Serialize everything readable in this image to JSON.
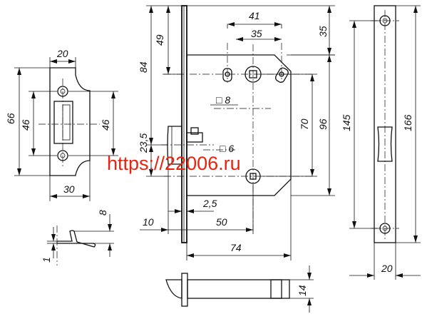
{
  "dimensions": {
    "strike_width": "20",
    "strike_height": "66",
    "strike_hole_spacing": "46",
    "strike_hole_spacing_right": "46",
    "strike_length": "30",
    "lip_depth": "8",
    "plate_thickness": "1",
    "top_41": "41",
    "top_35": "35",
    "right_35": "35",
    "left_49": "49",
    "left_84": "84",
    "left_23_5": "23,5",
    "square_8": "□ 8",
    "square_6": "□ 6",
    "vert_70": "70",
    "vert_96": "96",
    "backset_2_5": "2,5",
    "backset_10": "10",
    "backset_50": "50",
    "body_74": "74",
    "faceplate_145": "145",
    "faceplate_166": "166",
    "faceplate_width": "20",
    "latch_14": "14"
  },
  "watermark": "https://22006.ru"
}
